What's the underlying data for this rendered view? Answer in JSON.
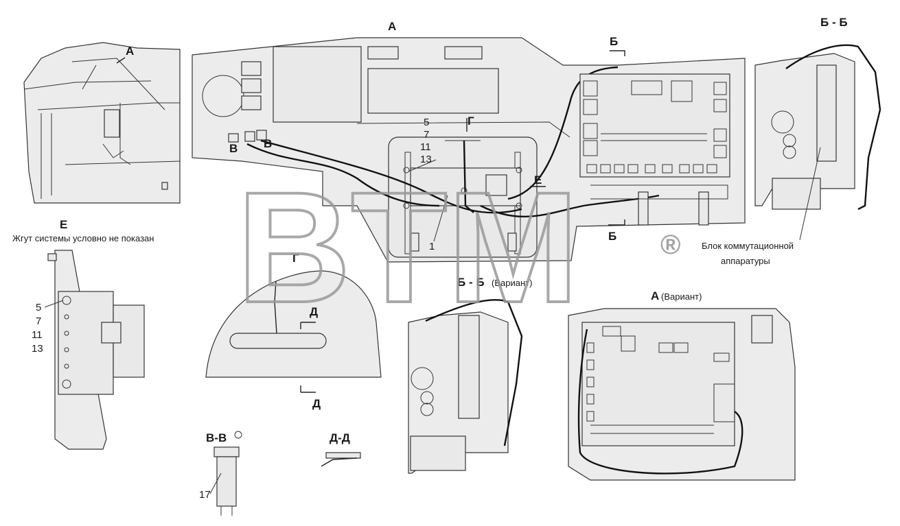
{
  "labels": {
    "view_a": "А",
    "view_a_top_left": "А",
    "section_b_top": "Б",
    "section_b_bottom": "Б",
    "section_bb": "Б - Б",
    "section_bb_variant": "Б - Б",
    "variant": "(Вариант)",
    "view_a_variant": "А",
    "view_a_variant_suffix": "(Вариант)",
    "view_e": "Е",
    "view_e_arrow": "Е",
    "harness_note": "Жгут системы условно не показан",
    "view_g": "Г",
    "view_g_arrow": "Г",
    "section_d_top": "Д",
    "section_d_bottom": "Д",
    "section_vv": "В-В",
    "section_dd": "Д-Д",
    "v_left": "В",
    "v_right": "В",
    "callout_block_line1": "Блок коммутационной",
    "callout_block_line2": "аппаратуры",
    "pos_5": "5",
    "pos_7": "7",
    "pos_11": "11",
    "pos_13": "13",
    "pos_1": "1",
    "pos_17": "17",
    "e_pos_5": "5",
    "e_pos_7": "7",
    "e_pos_11": "11",
    "e_pos_13": "13",
    "watermark": "BTM",
    "registered": "®"
  }
}
